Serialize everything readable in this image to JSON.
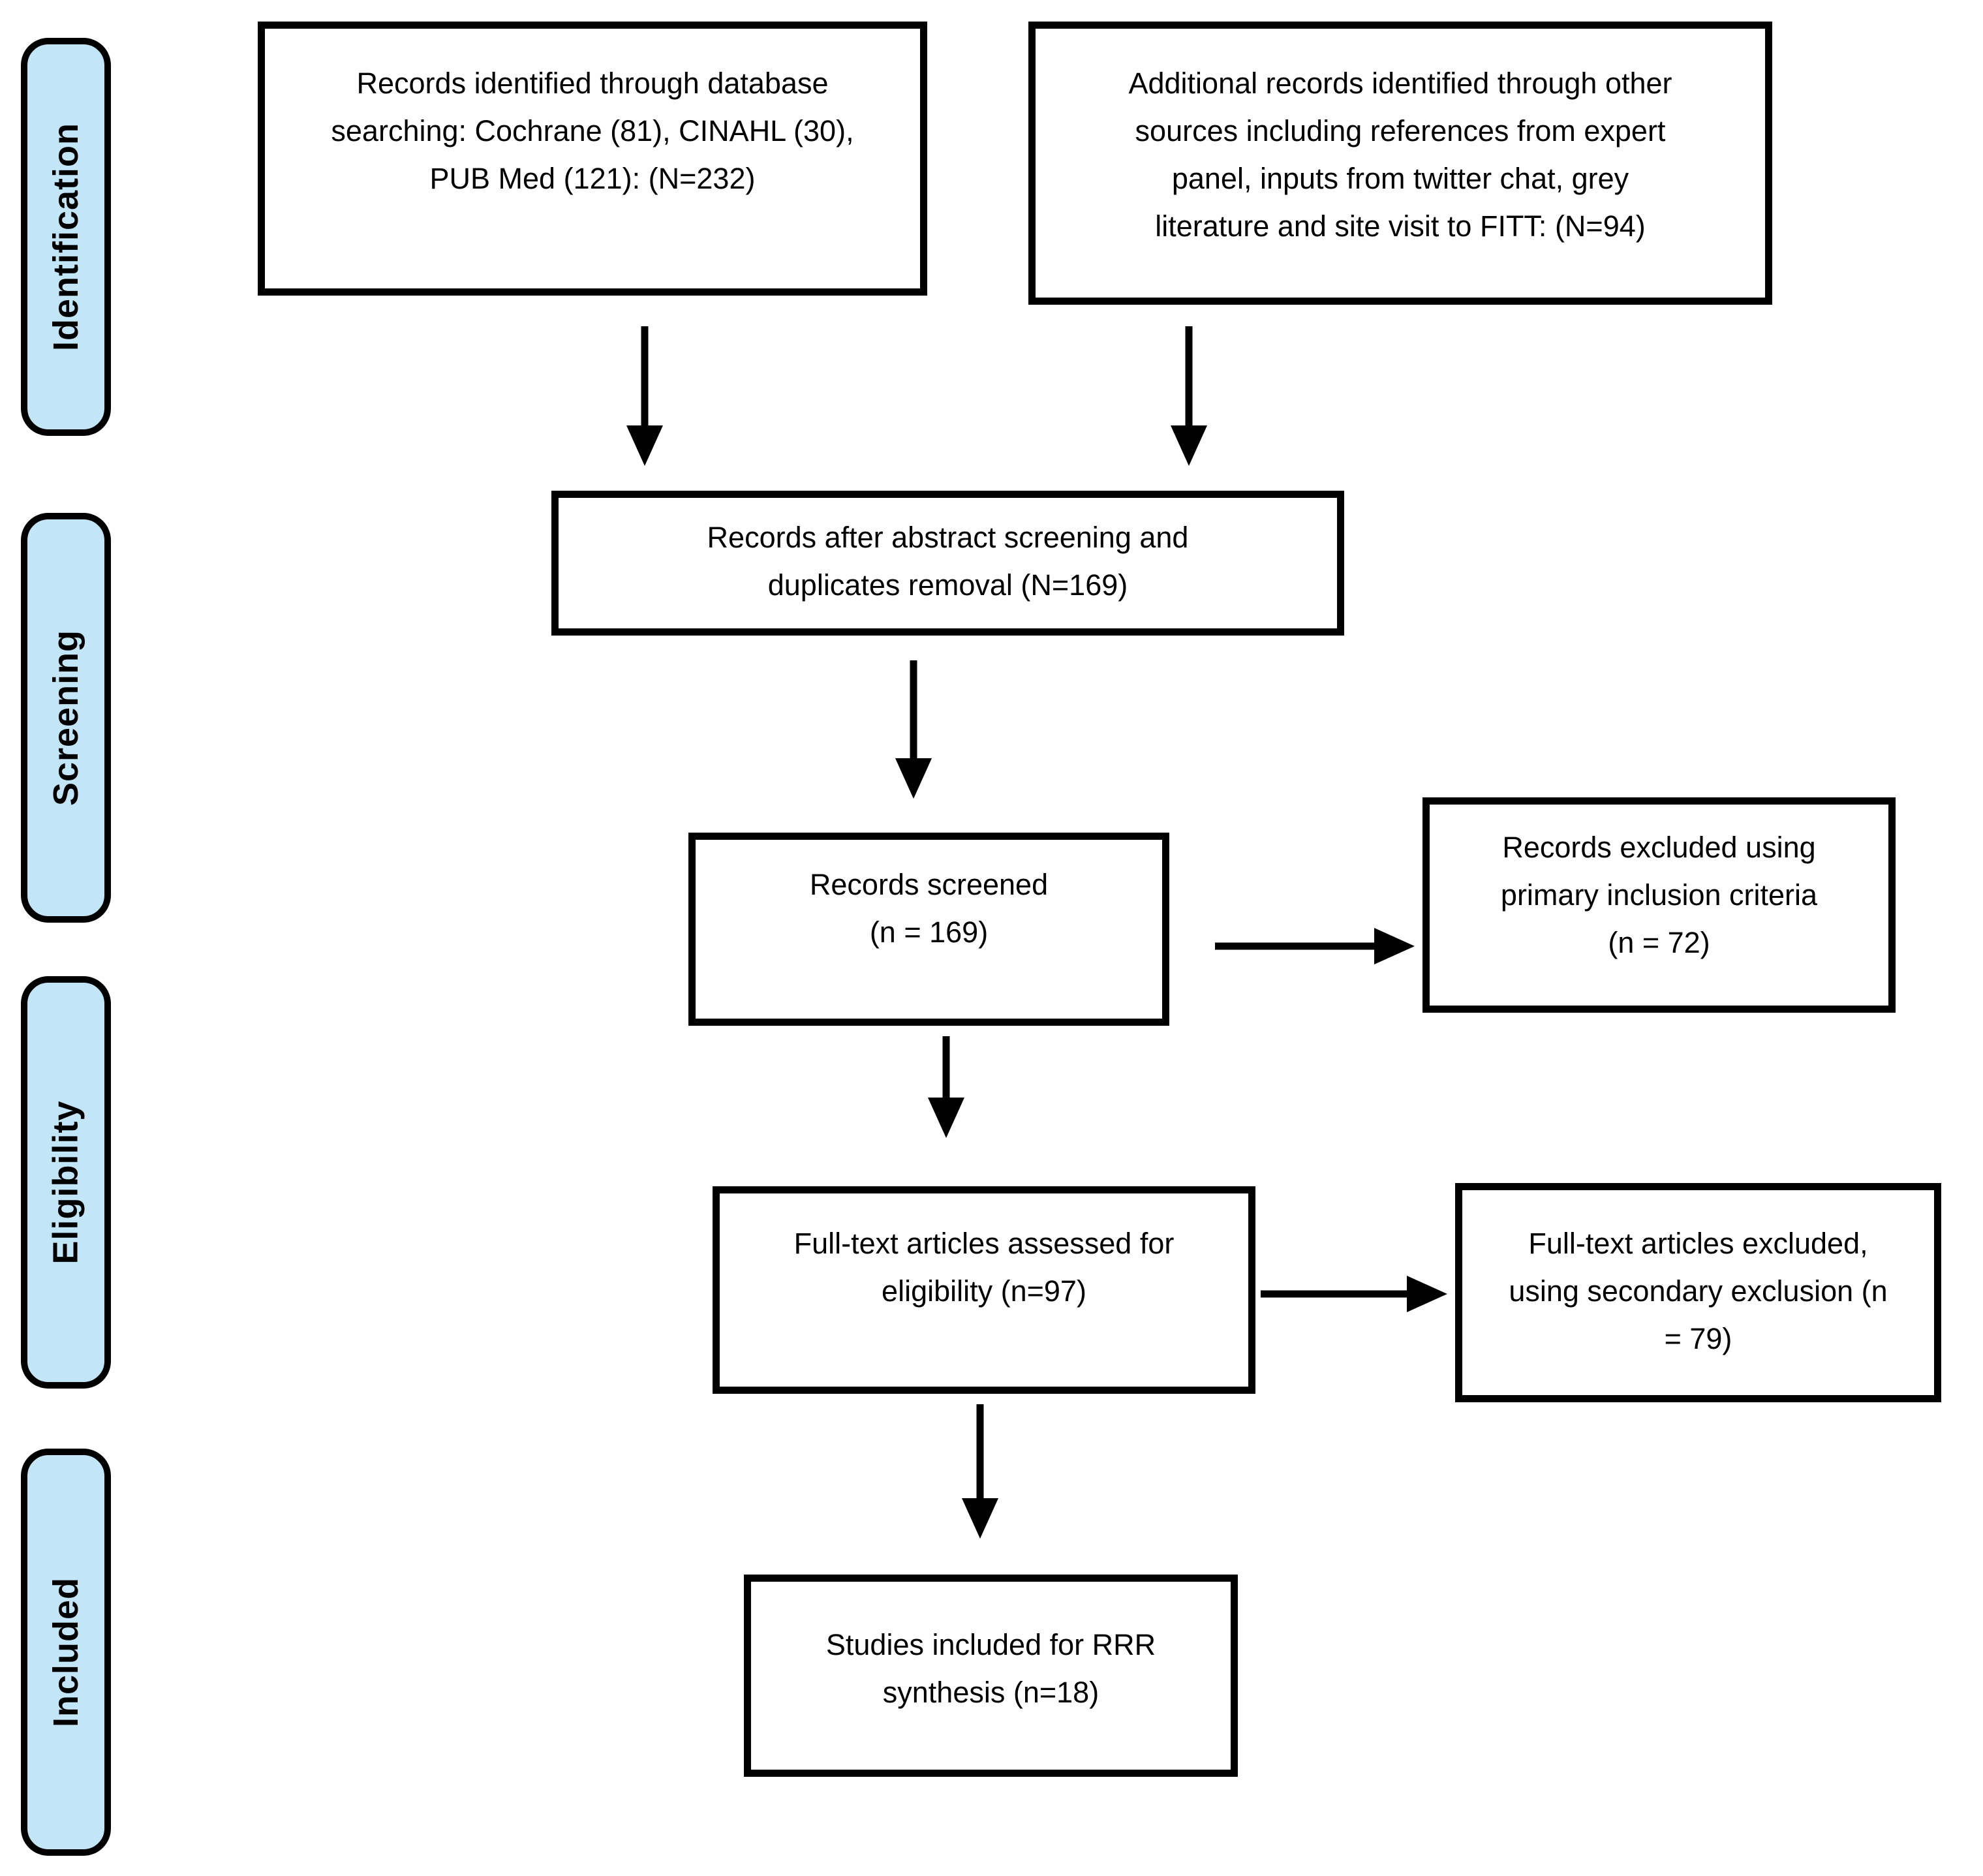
{
  "stages": [
    {
      "label": "Identification"
    },
    {
      "label": "Screening"
    },
    {
      "label": "Eligibility"
    },
    {
      "label": "Included"
    }
  ],
  "boxes": [
    {
      "id": "records-identified-database",
      "text": "Records identified through database\nsearching: Cochrane (81), CINAHL (30),\nPUB Med (121): (N=232)"
    },
    {
      "id": "additional-records-other-sources",
      "text": "Additional records identified through other\nsources including references from expert\npanel, inputs from twitter chat, grey\nliterature and site visit to FITT: (N=94)"
    },
    {
      "id": "records-after-abstract-screening",
      "text": "Records after abstract screening and\nduplicates removal (N=169)"
    },
    {
      "id": "records-screened",
      "text": "Records screened\n(n = 169)"
    },
    {
      "id": "records-excluded-primary",
      "text": "Records excluded using\nprimary inclusion criteria\n(n = 72)"
    },
    {
      "id": "fulltext-assessed",
      "text": "Full-text articles assessed for\neligibility (n=97)"
    },
    {
      "id": "fulltext-excluded-secondary",
      "text": "Full-text articles excluded,\nusing secondary exclusion (n\n= 79)"
    },
    {
      "id": "studies-included-rrr",
      "text": "Studies included for RRR\nsynthesis (n=18)"
    }
  ],
  "colors": {
    "stage_fill": "#C2E6F8",
    "box_fill": "#FFFFFF",
    "border": "#000000",
    "arrow": "#000000"
  }
}
